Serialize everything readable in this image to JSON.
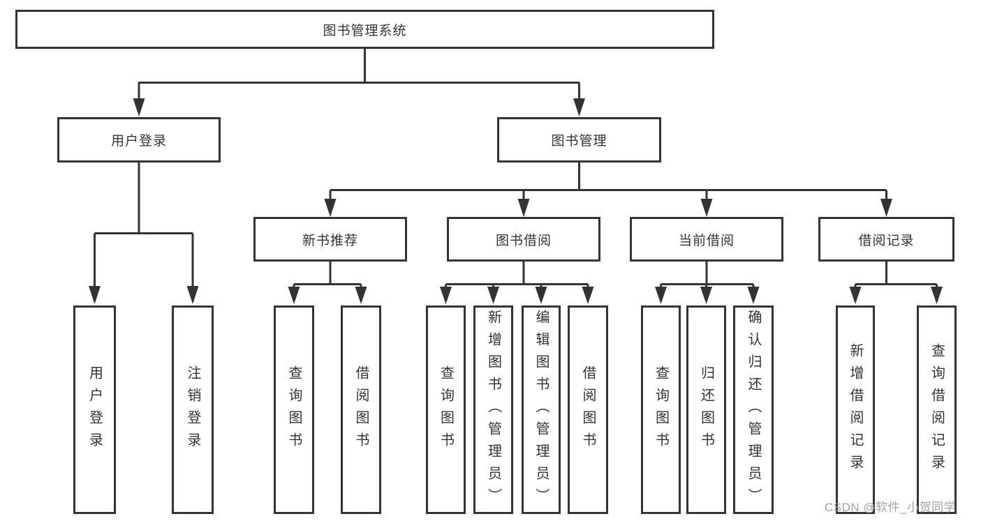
{
  "tree": {
    "root": {
      "label": "图书管理系统"
    },
    "branches": [
      {
        "label": "用户登录",
        "children": [
          {
            "label": "用户登录"
          },
          {
            "label": "注销登录"
          }
        ]
      },
      {
        "label": "图书管理",
        "children": [
          {
            "label": "新书推荐",
            "children": [
              {
                "label": "查询图书"
              },
              {
                "label": "借阅图书"
              }
            ]
          },
          {
            "label": "图书借阅",
            "children": [
              {
                "label": "查询图书"
              },
              {
                "label": "新增图书（管理员）"
              },
              {
                "label": "编辑图书（管理员）"
              },
              {
                "label": "借阅图书"
              }
            ]
          },
          {
            "label": "当前借阅",
            "children": [
              {
                "label": "查询图书"
              },
              {
                "label": "归还图书"
              },
              {
                "label": "确认归还（管理员）"
              }
            ]
          },
          {
            "label": "借阅记录",
            "children": [
              {
                "label": "新增借阅记录"
              },
              {
                "label": "查询借阅记录"
              }
            ]
          }
        ]
      }
    ]
  },
  "watermark": {
    "text": "CSDN @软件_小贺同学"
  },
  "colors": {
    "background": "#ffffff",
    "box_fill": "#ffffff",
    "box_border": "#333333",
    "line": "#333333",
    "text": "#333333",
    "watermark": "#a3a3a3"
  }
}
